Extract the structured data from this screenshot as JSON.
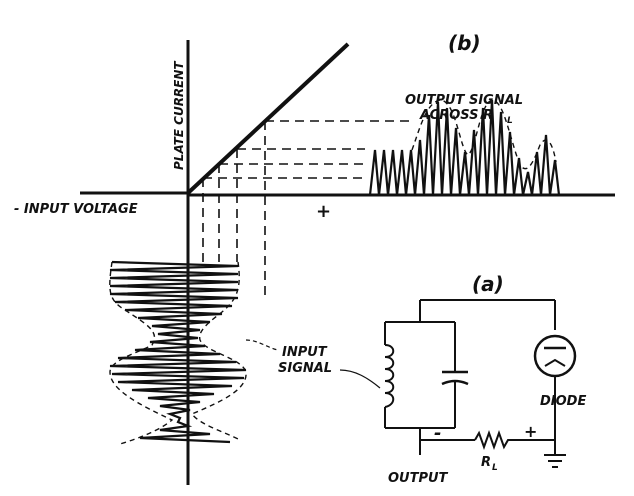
{
  "labels": {
    "part_b": "(b)",
    "part_a": "(a)",
    "plate_current": "PLATE CURRENT",
    "output_signal_line1": "OUTPUT SIGNAL",
    "output_signal_line2": "ACROSS R",
    "output_signal_sub": "L",
    "input_voltage": "- INPUT VOLTAGE",
    "plus_axis": "+",
    "input_signal_line1": "INPUT",
    "input_signal_line2": "SIGNAL",
    "diode": "DIODE",
    "output": "OUTPUT",
    "rl": "R",
    "rl_sub": "L",
    "minus_terminal": "-",
    "plus_terminal": "+"
  }
}
